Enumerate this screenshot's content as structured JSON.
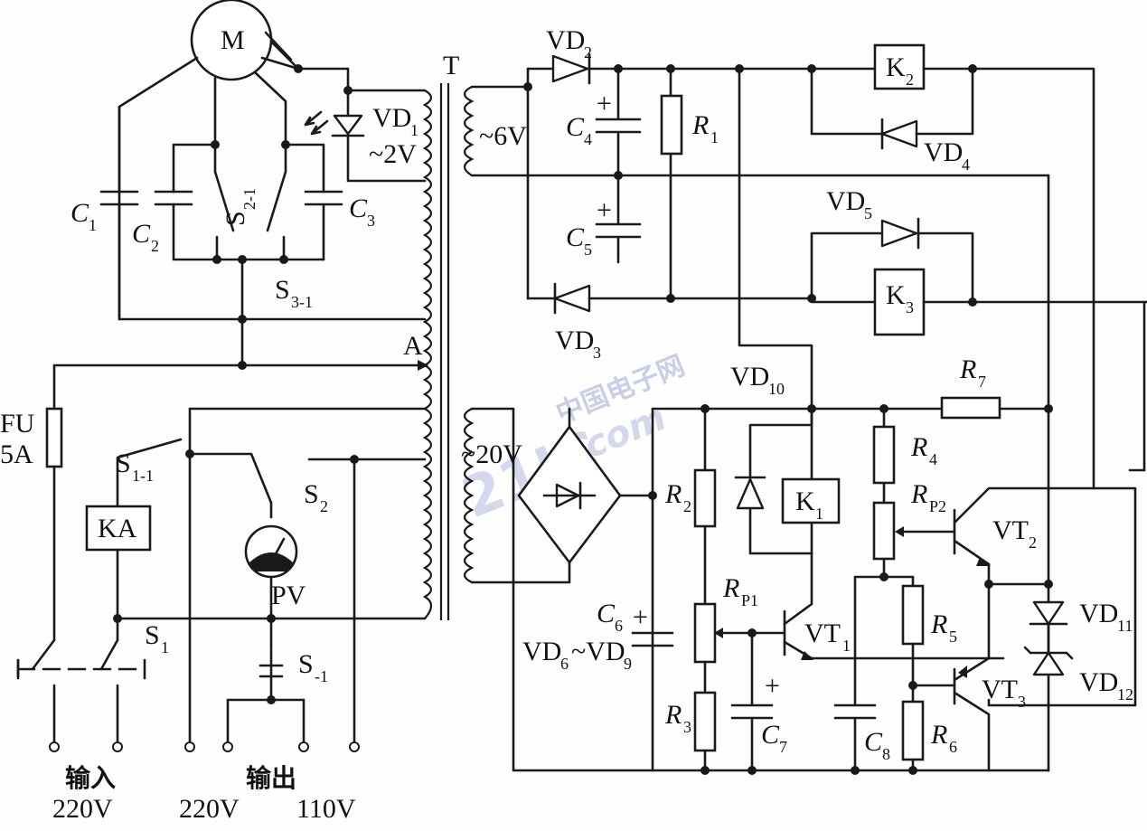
{
  "labels": {
    "motor": "M",
    "transformer": "T",
    "tap_a": "A",
    "vd1": "VD",
    "vd1_sub": "1",
    "v2": "~2V",
    "v6": "~6V",
    "v20": "~20V",
    "c1": "C",
    "c1_sub": "1",
    "c2": "C",
    "c2_sub": "2",
    "c3": "C",
    "c3_sub": "3",
    "s21": "S",
    "s21_sub": "2-1",
    "s31": "S",
    "s31_sub": "3-1",
    "fu": "FU",
    "fu_rating": "5A",
    "s11": "S",
    "s11_sub": "1-1",
    "ka": "KA",
    "s2": "S",
    "s2_sub": "2",
    "pv": "PV",
    "s1": "S",
    "s1_sub": "1",
    "s_1": "S",
    "s_1_sub": "-1",
    "input_cn": "输入",
    "input_v": "220V",
    "output_cn": "输出",
    "output_v1": "220V",
    "output_v2": "110V",
    "vd2": "VD",
    "vd2_sub": "2",
    "vd3": "VD",
    "vd3_sub": "3",
    "vd4": "VD",
    "vd4_sub": "4",
    "vd5": "VD",
    "vd5_sub": "5",
    "c4": "C",
    "c4_sub": "4",
    "c5": "C",
    "c5_sub": "5",
    "r1": "R",
    "r1_sub": "1",
    "k1": "K",
    "k1_sub": "1",
    "k2": "K",
    "k2_sub": "2",
    "k3": "K",
    "k3_sub": "3",
    "vd10": "VD",
    "vd10_sub": "10",
    "r7": "R",
    "r7_sub": "7",
    "r2": "R",
    "r2_sub": "2",
    "r3": "R",
    "r3_sub": "3",
    "r4": "R",
    "r4_sub": "4",
    "r5": "R",
    "r5_sub": "5",
    "r6": "R",
    "r6_sub": "6",
    "rp1": "R",
    "rp1_sub": "P1",
    "rp2": "R",
    "rp2_sub": "P2",
    "c6": "C",
    "c6_sub": "6",
    "c7": "C",
    "c7_sub": "7",
    "c8": "C",
    "c8_sub": "8",
    "vt1": "VT",
    "vt1_sub": "1",
    "vt2": "VT",
    "vt2_sub": "2",
    "vt3": "VT",
    "vt3_sub": "3",
    "vd6_9": "VD",
    "vd6_9_sub": "6",
    "vd6_9_mid": "~VD",
    "vd6_9_sub2": "9",
    "vd11": "VD",
    "vd11_sub": "11",
    "vd12": "VD",
    "vd12_sub": "12",
    "plus": "+"
  },
  "watermark": {
    "cn": "中国电子网",
    "logo": "21IC",
    "dotcom": ".com",
    "color": "#c9cde8"
  }
}
